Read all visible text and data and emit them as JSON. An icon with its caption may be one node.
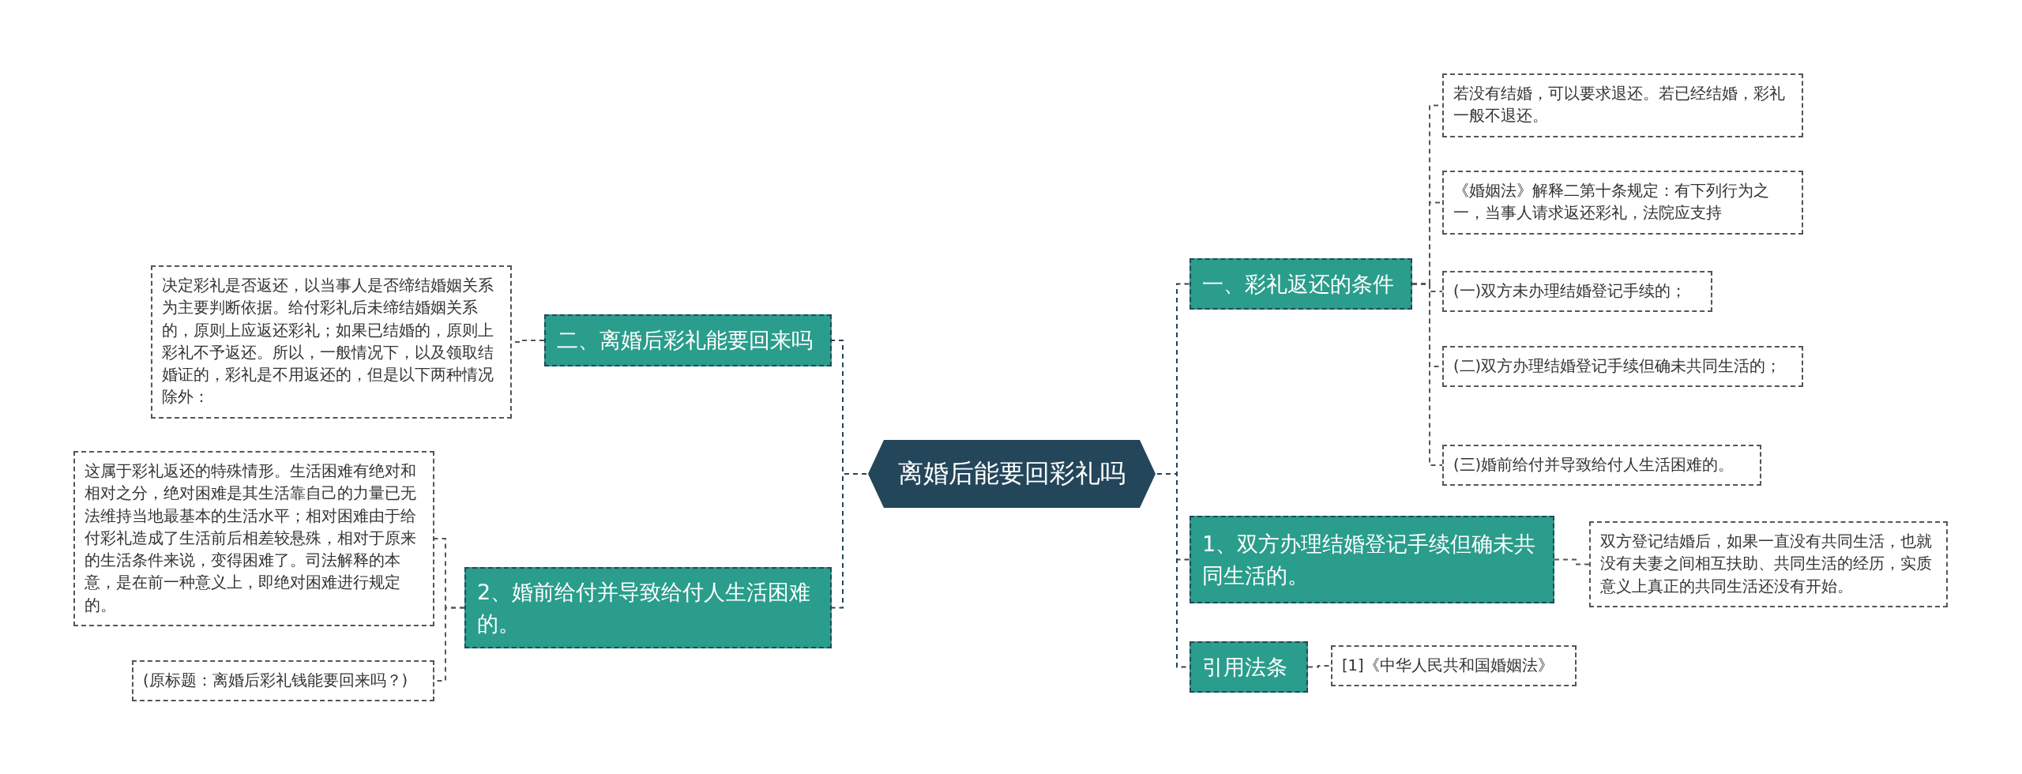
{
  "diagram": {
    "nodes": [
      {
        "text": [
          "离婚后能要回彩礼吗"
        ]
      },
      {
        "text": [
          "一、彩礼返还的条件"
        ]
      },
      {
        "text": [
          "若没有结婚，可以要求退还。若已经结婚，彩礼一般不退还。"
        ]
      },
      {
        "text": [
          "《婚姻法》解释二第十条规定：有下列行为之一，当事人请求返还彩礼，法院应支持"
        ]
      },
      {
        "text": [
          "(一)双方未办理结婚登记手续的；"
        ]
      },
      {
        "text": [
          "(二)双方办理结婚登记手续但确未共同生活的；"
        ]
      },
      {
        "text": [
          "(三)婚前给付并导致给付人生活困难的。"
        ]
      },
      {
        "text": [
          "1、双方办理结婚登记手续但确未共同生活的。"
        ]
      },
      {
        "text": [
          "双方登记结婚后，如果一直没有共同生活，也就没有夫妻之间相互扶助、共同生活的经历，实质意义上真正的共同生活还没有开始。"
        ]
      },
      {
        "text": [
          "引用法条"
        ]
      },
      {
        "text": [
          "[1]《中华人民共和国婚姻法》"
        ]
      },
      {
        "text": [
          "二、离婚后彩礼能要回来吗"
        ]
      },
      {
        "text": [
          "决定彩礼是否返还，以当事人是否缔结婚姻关系为主要判断依据。给付彩礼后未缔结婚姻关系的，原则上应返还彩礼；如果已结婚的，原则上彩礼不予返还。所以，一般情况下，以及领取结婚证的，彩礼是不用返还的，但是以下两种情况除外："
        ]
      },
      {
        "text": [
          "2、婚前给付并导致给付人生活困难的。"
        ]
      },
      {
        "text": [
          "这属于彩礼返还的特殊情形。生活困难有绝对和相对之分，绝对困难是其生活靠自己的力量已无法维持当地最基本的生活水平；相对困难由于给付彩礼造成了生活前后相差较悬殊，相对于原来的生活条件来说，变得困难了。司法解释的本意，是在前一种意义上，即绝对困难进行规定的。"
        ]
      },
      {
        "text": [
          "(原标题：离婚后彩礼钱能要回来吗？)"
        ]
      }
    ],
    "edges": [
      {
        "from": 0,
        "to": 1,
        "arrow": "none"
      },
      {
        "from": 1,
        "to": 2,
        "arrow": "none"
      },
      {
        "from": 1,
        "to": 3,
        "arrow": "none"
      },
      {
        "from": 1,
        "to": 4,
        "arrow": "none"
      },
      {
        "from": 1,
        "to": 5,
        "arrow": "none"
      },
      {
        "from": 1,
        "to": 6,
        "arrow": "none"
      },
      {
        "from": 0,
        "to": 7,
        "arrow": "none"
      },
      {
        "from": 7,
        "to": 8,
        "arrow": "none"
      },
      {
        "from": 0,
        "to": 9,
        "arrow": "none"
      },
      {
        "from": 9,
        "to": 10,
        "arrow": "none"
      },
      {
        "from": 0,
        "to": 11,
        "arrow": "none"
      },
      {
        "from": 11,
        "to": 12,
        "arrow": "none"
      },
      {
        "from": 0,
        "to": 13,
        "arrow": "none"
      },
      {
        "from": 13,
        "to": 14,
        "arrow": "none"
      },
      {
        "from": 13,
        "to": 15,
        "arrow": "none"
      }
    ]
  }
}
